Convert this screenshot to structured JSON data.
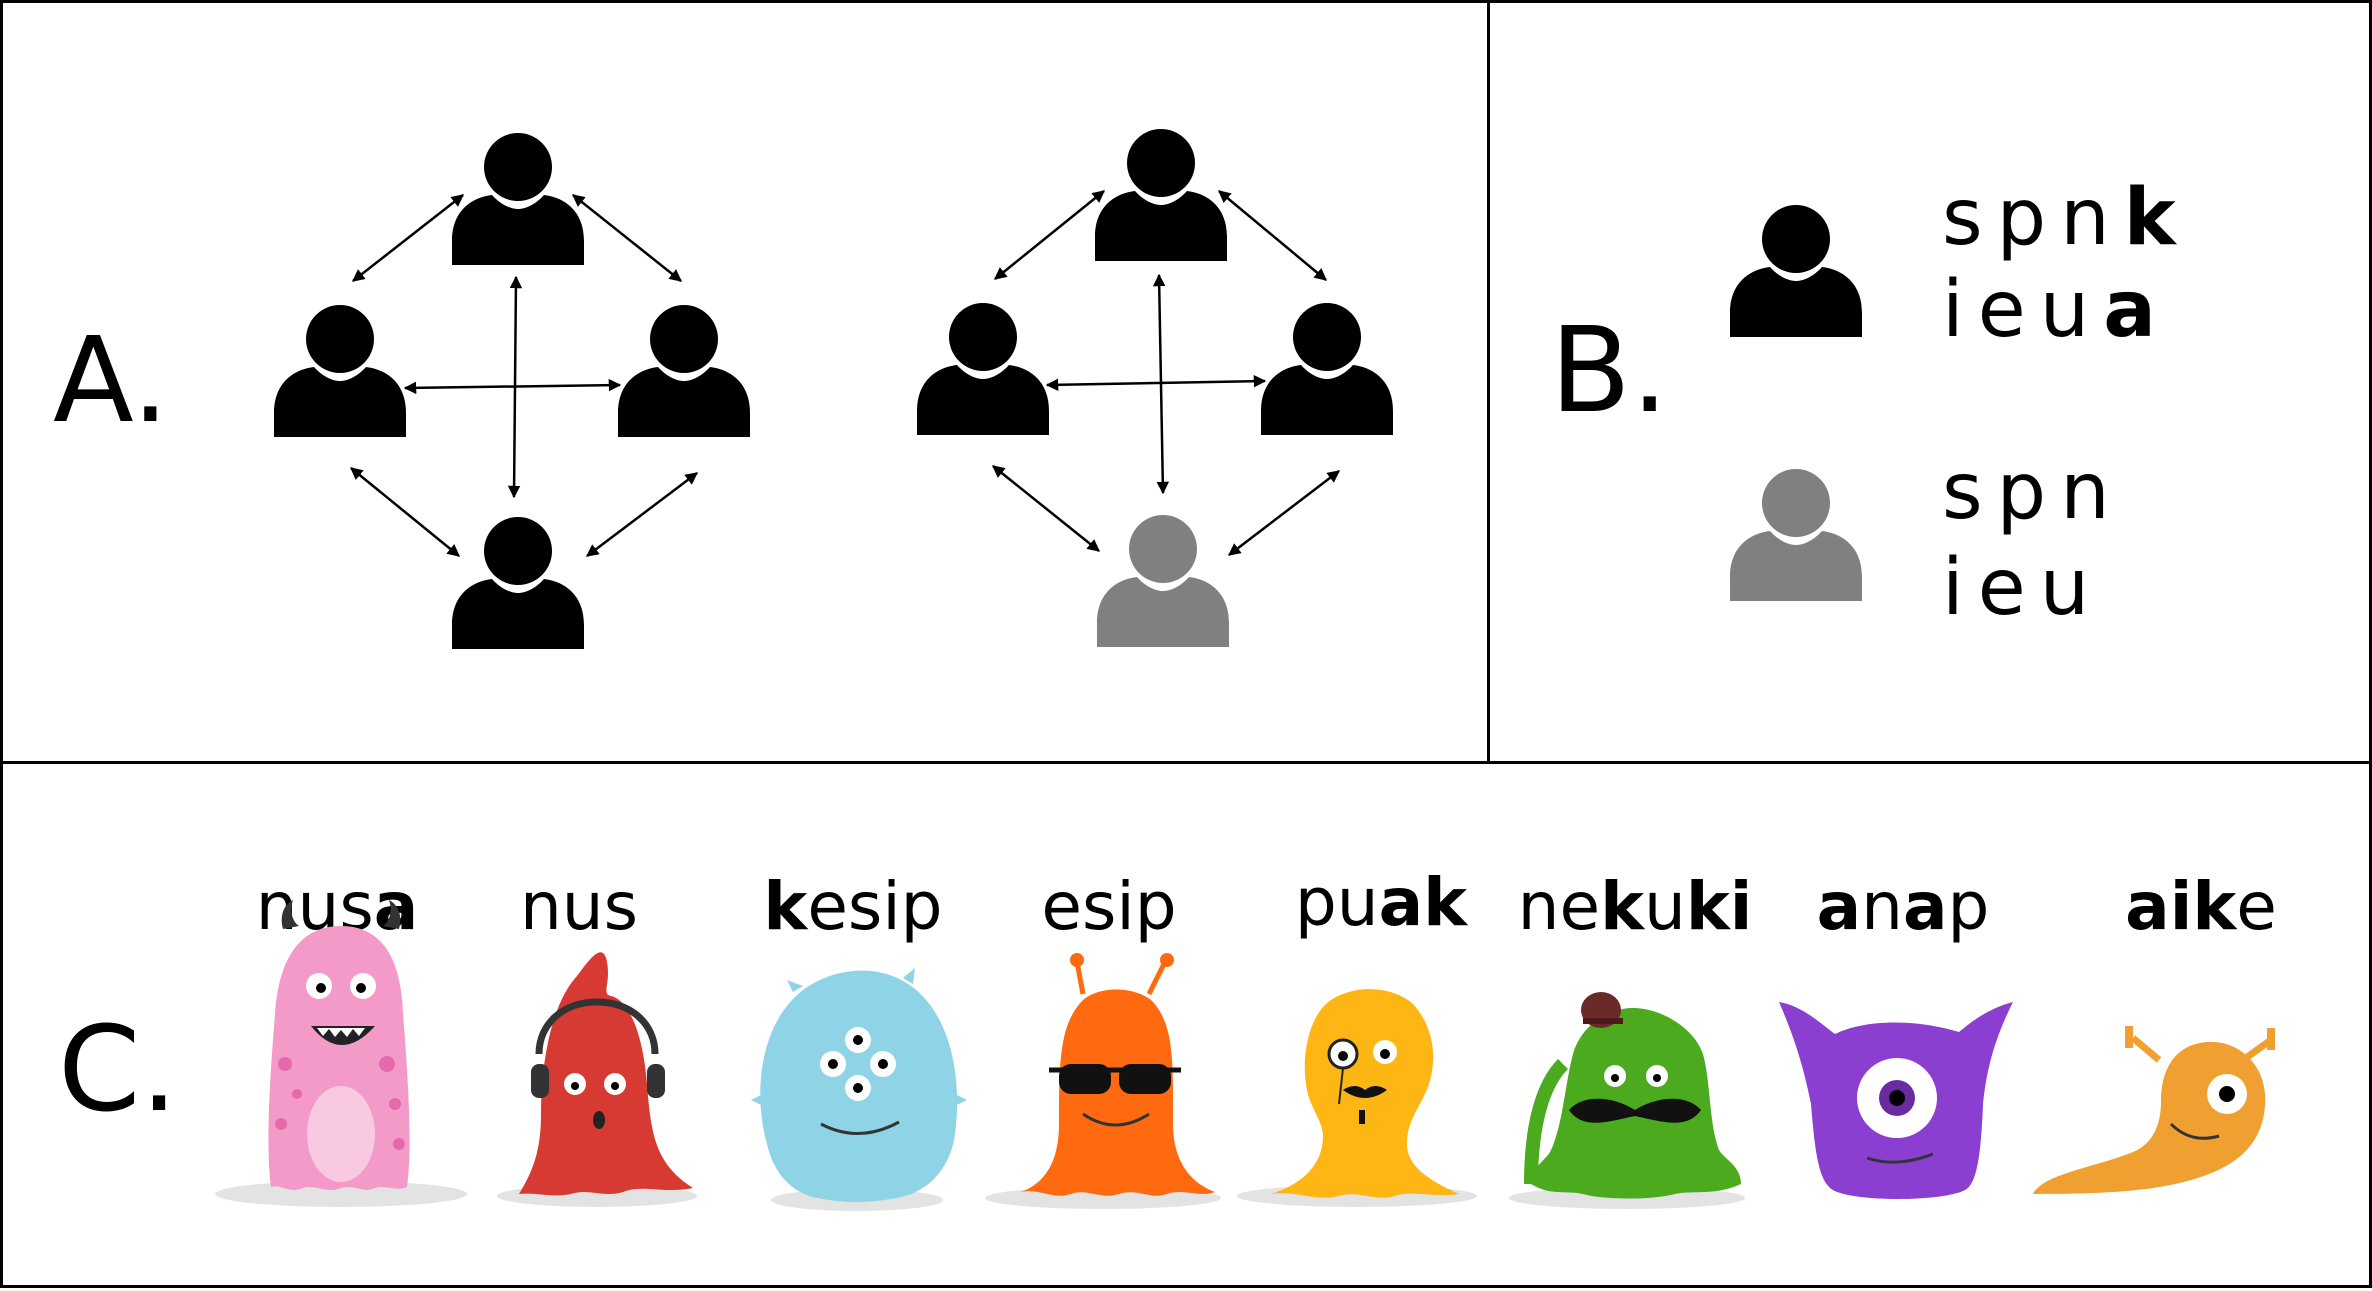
{
  "panels": {
    "a": {
      "label": "A."
    },
    "b": {
      "label": "B.",
      "inventories": [
        {
          "speaker": "black",
          "consonants": "spn",
          "extra_consonant": "k",
          "vowels": "ieu",
          "extra_vowel": "a"
        },
        {
          "speaker": "gray",
          "consonants": "spn",
          "extra_consonant": "",
          "vowels": "ieu",
          "extra_vowel": ""
        }
      ]
    },
    "c": {
      "label": "C.",
      "words": [
        {
          "plain1": "nus",
          "bold1": "a",
          "plain2": "",
          "bold2": "",
          "plain3": ""
        },
        {
          "plain1": "nus",
          "bold1": "",
          "plain2": "",
          "bold2": "",
          "plain3": ""
        },
        {
          "plain1": "",
          "bold1": "k",
          "plain2": "esip",
          "bold2": "",
          "plain3": ""
        },
        {
          "plain1": "esip",
          "bold1": "",
          "plain2": "",
          "bold2": "",
          "plain3": ""
        },
        {
          "plain1": "pu",
          "bold1": "ak",
          "plain2": "",
          "bold2": "",
          "plain3": ""
        },
        {
          "plain1": "ne",
          "bold1": "k",
          "plain2": "u",
          "bold2": "ki",
          "plain3": ""
        },
        {
          "plain1": "",
          "bold1": "a",
          "plain2": "n",
          "bold2": "a",
          "plain3": "p"
        },
        {
          "plain1": "",
          "bold1": "aik",
          "plain2": "e",
          "bold2": "",
          "plain3": ""
        }
      ]
    }
  },
  "colors": {
    "speaker_black": "#000000",
    "speaker_gray": "#808080",
    "creatures": [
      "#f49ac9",
      "#d63a32",
      "#8fd3e6",
      "#ff6a10",
      "#fdb614",
      "#4caa1e",
      "#8a3fd0",
      "#f0a030"
    ]
  },
  "icons": [
    "person-icon",
    "double-arrow-icon",
    "monster-icon"
  ]
}
